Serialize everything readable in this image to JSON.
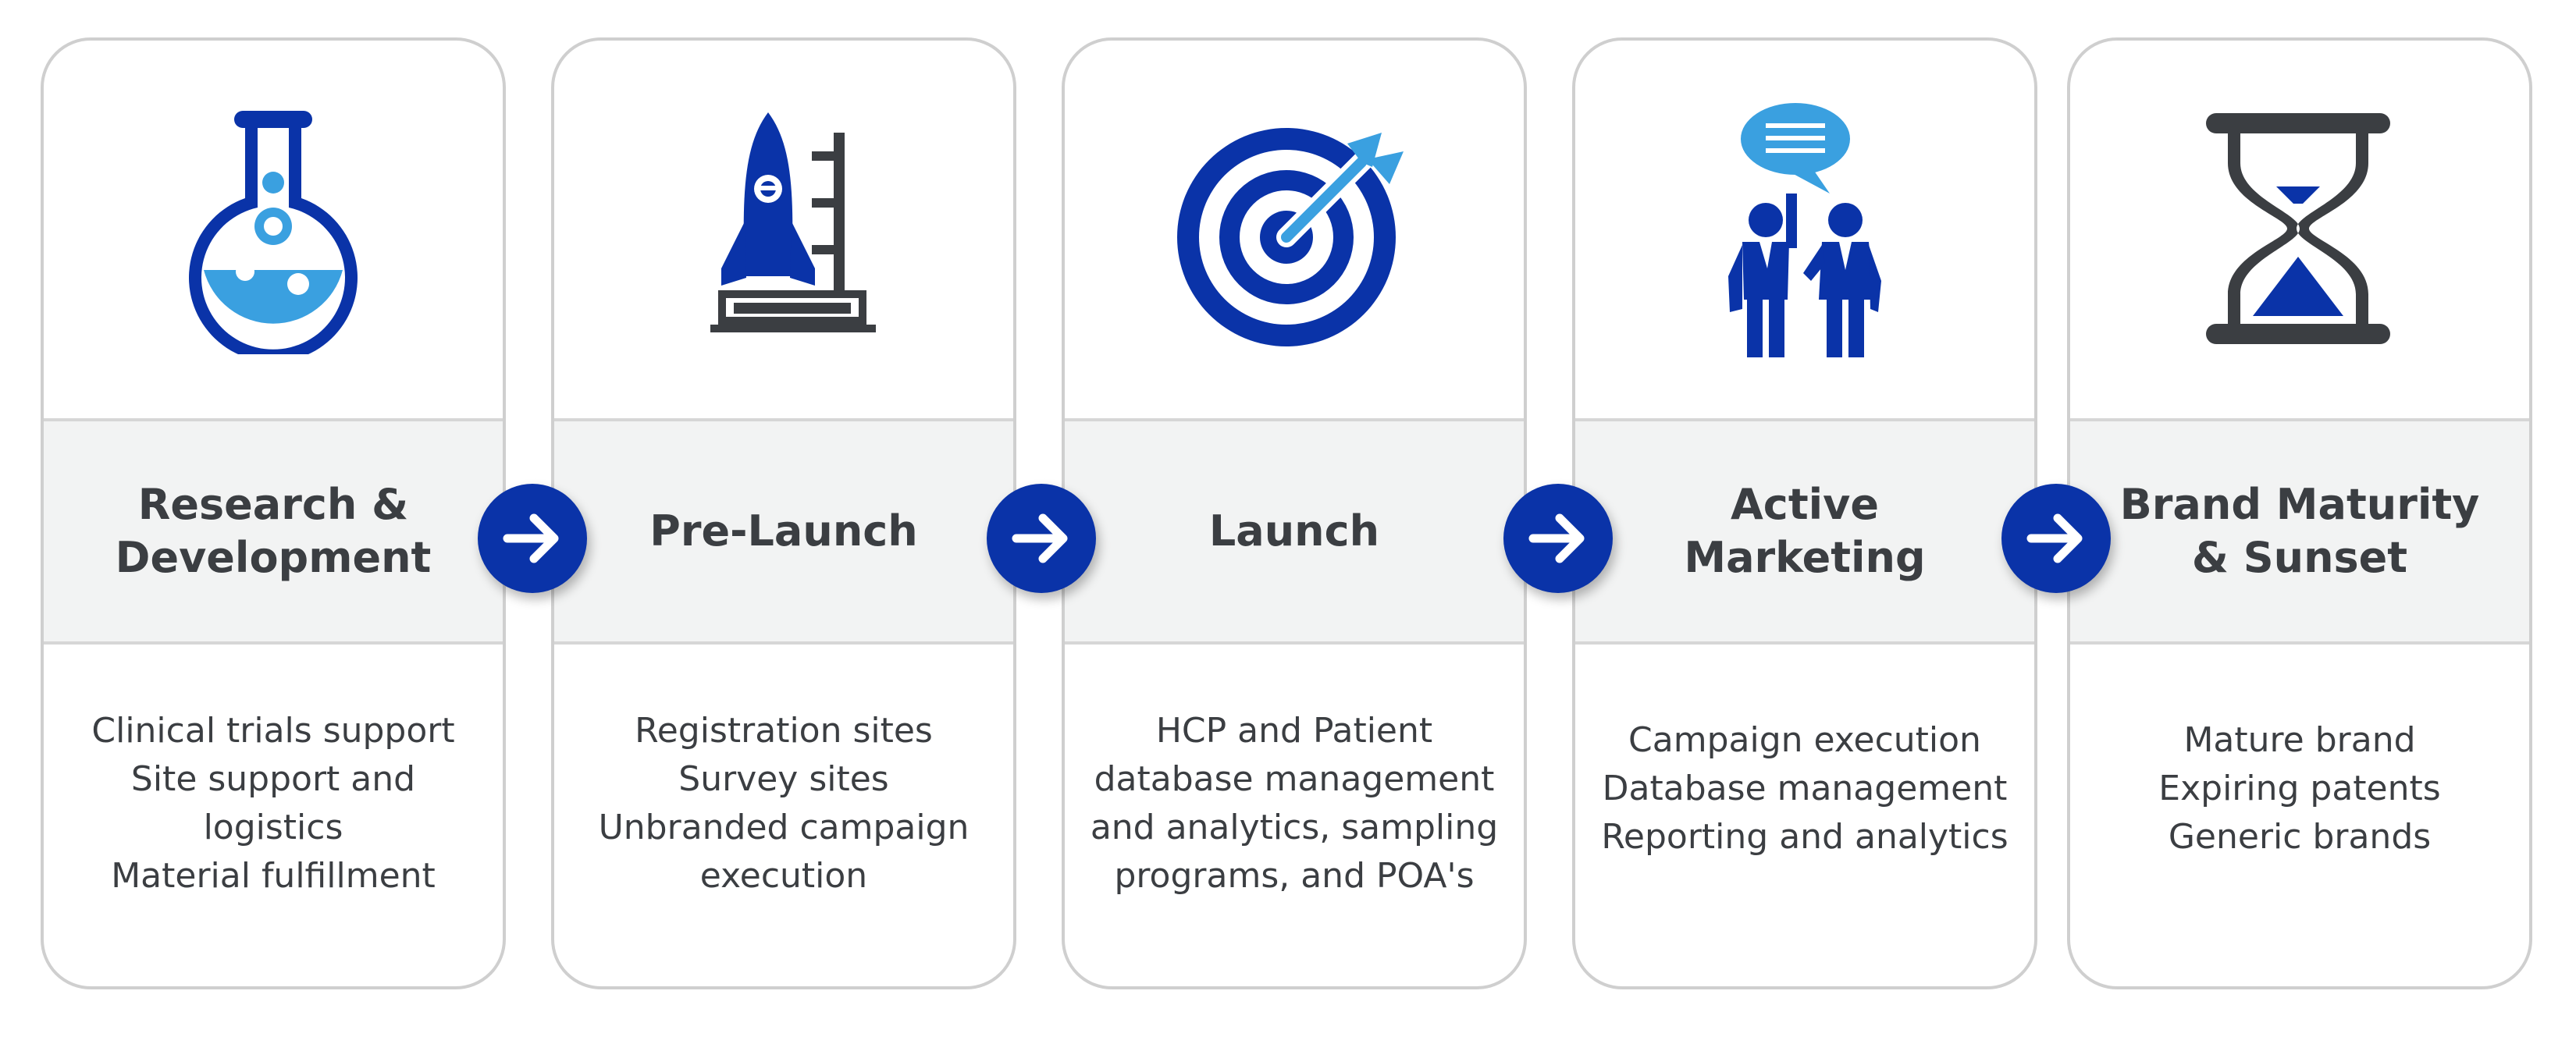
{
  "stages": [
    {
      "title": "Research &\nDevelopment",
      "description": "Clinical trials support\nSite support and logistics\nMaterial fulfillment",
      "icon": "flask-icon"
    },
    {
      "title": "Pre-Launch",
      "description": "Registration sites\nSurvey sites\nUnbranded campaign\nexecution",
      "icon": "rocket-icon"
    },
    {
      "title": "Launch",
      "description": "HCP and Patient\ndatabase management\nand analytics, sampling\nprograms, and POA's",
      "icon": "target-icon"
    },
    {
      "title": "Active\nMarketing",
      "description": "Campaign execution\nDatabase management\nReporting and analytics",
      "icon": "businessmen-icon"
    },
    {
      "title": "Brand Maturity\n& Sunset",
      "description": "Mature brand\nExpiring patents\nGeneric brands",
      "icon": "hourglass-icon"
    }
  ],
  "connectors": [
    "arrow-right-icon",
    "arrow-right-icon",
    "arrow-right-icon",
    "arrow-right-icon"
  ],
  "colors": {
    "primary_blue": "#0a33a8",
    "light_blue": "#3aa0e0",
    "dark_gray": "#3b3e42",
    "band_gray": "#f2f3f3",
    "border_gray": "#cfcfcf"
  }
}
